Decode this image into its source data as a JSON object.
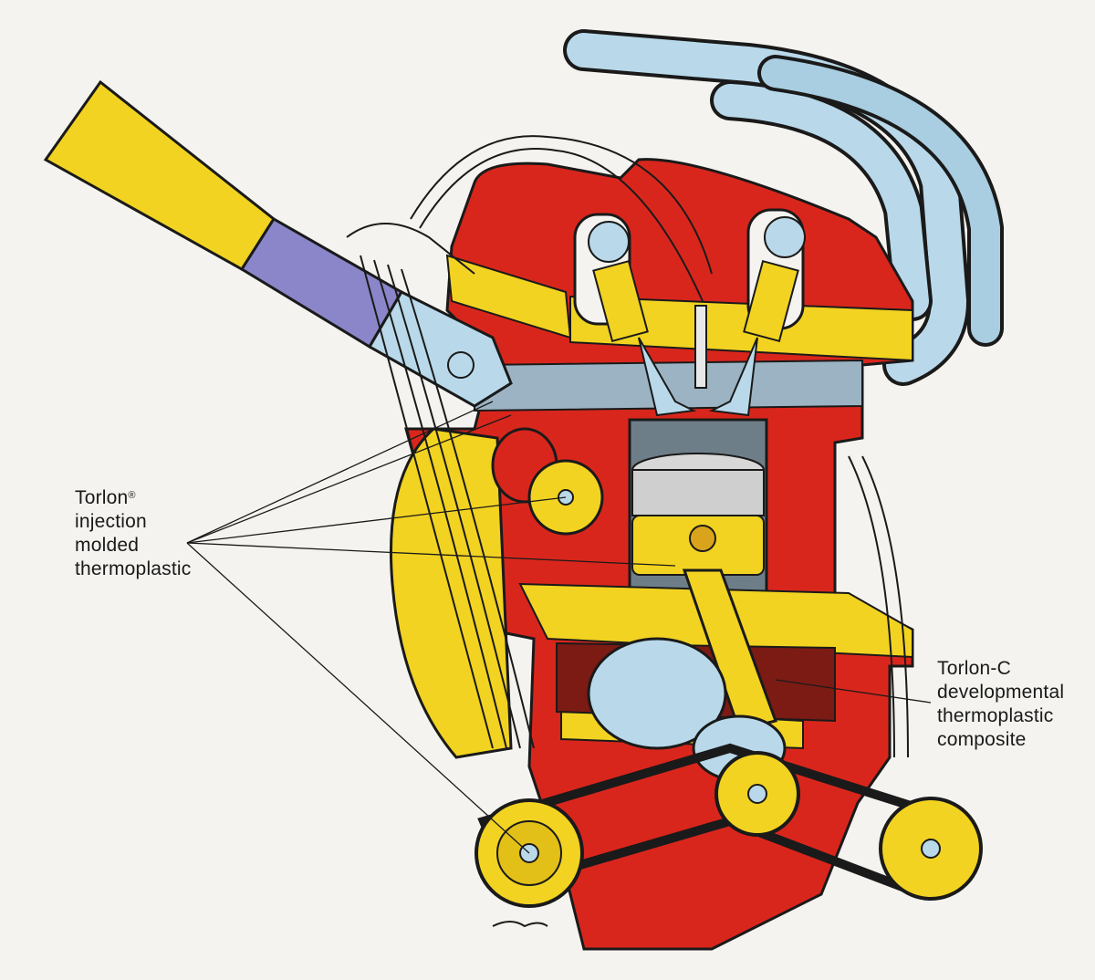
{
  "labels": {
    "left": {
      "line1": "Torlon",
      "line1_mark": "®",
      "line2": "injection",
      "line3": "molded",
      "line4": "thermoplastic"
    },
    "right": {
      "line1": "Torlon-C",
      "line2": "developmental",
      "line3": "thermoplastic",
      "line4": "composite"
    }
  },
  "colors": {
    "background": "#f4f3ef",
    "red": "#d9261c",
    "yellow": "#f2d321",
    "light_blue": "#b9d9ea",
    "purple": "#8a86c9",
    "dark": "#1a1a1a"
  }
}
